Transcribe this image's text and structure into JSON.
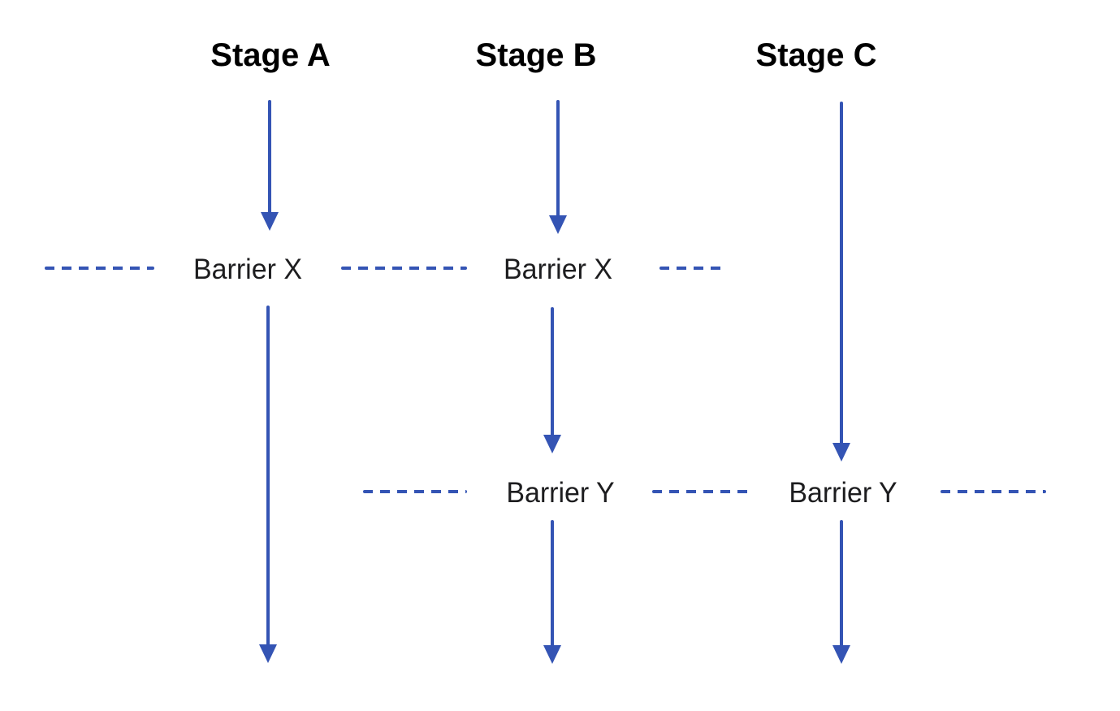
{
  "diagram": {
    "stage_labels": [
      "Stage A",
      "Stage B",
      "Stage C"
    ],
    "barrier_x_labels": [
      "Barrier X",
      "Barrier X"
    ],
    "barrier_y_labels": [
      "Barrier Y",
      "Barrier Y"
    ],
    "colors": {
      "line_blue": "#3454b4",
      "heading_black": "#000000",
      "barrier_text": "#1d1d1f",
      "bg": "#ffffff"
    }
  }
}
